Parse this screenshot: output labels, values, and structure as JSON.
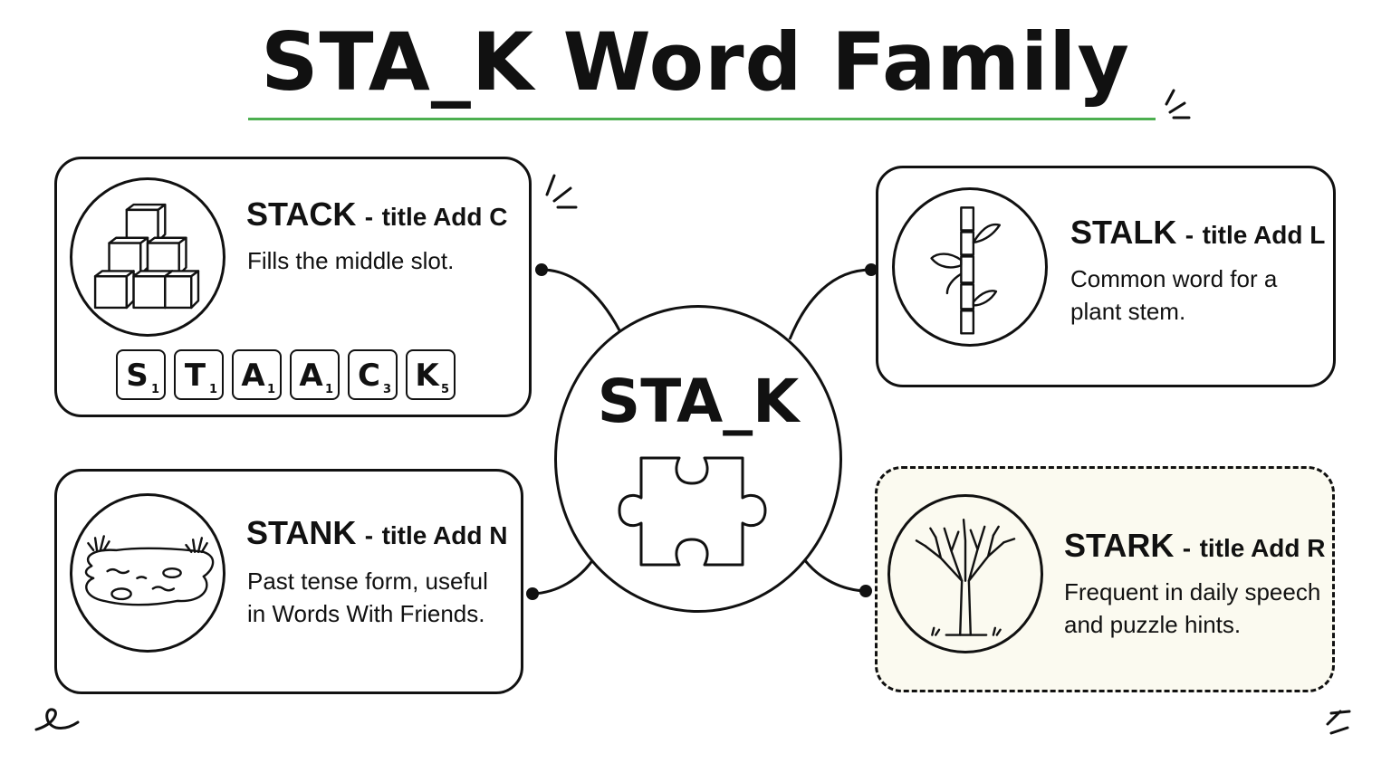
{
  "title": "STA_K Word Family",
  "center": {
    "label": "STA_K",
    "icon": "puzzle-piece-icon"
  },
  "cards": [
    {
      "word": "STACK",
      "sep": "-",
      "hint": "title Add C",
      "desc_lines": [
        "Fills the middle slot."
      ],
      "icon": "stacked-cubes-icon"
    },
    {
      "word": "STALK",
      "sep": "-",
      "hint": "title Add L",
      "desc_lines": [
        "Common word for a",
        "plant stem."
      ],
      "icon": "bamboo-stalk-icon"
    },
    {
      "word": "STANK",
      "sep": "-",
      "hint": "title Add N",
      "desc_lines": [
        "Past tense form, useful",
        "in Words With Friends."
      ],
      "icon": "pond-icon"
    },
    {
      "word": "STARK",
      "sep": "-",
      "hint": "title Add R",
      "desc_lines": [
        "Frequent in daily speech",
        "and puzzle hints."
      ],
      "icon": "bare-tree-icon"
    }
  ],
  "tiles": [
    {
      "letter": "S",
      "points": "1"
    },
    {
      "letter": "T",
      "points": "1"
    },
    {
      "letter": "A",
      "points": "1"
    },
    {
      "letter": "A",
      "points": "1"
    },
    {
      "letter": "C",
      "points": "3"
    },
    {
      "letter": "K",
      "points": "5"
    }
  ],
  "colors": {
    "accent_rule": "#4caf50",
    "stark_card_bg": "#fbfaf0",
    "ink": "#111111"
  }
}
